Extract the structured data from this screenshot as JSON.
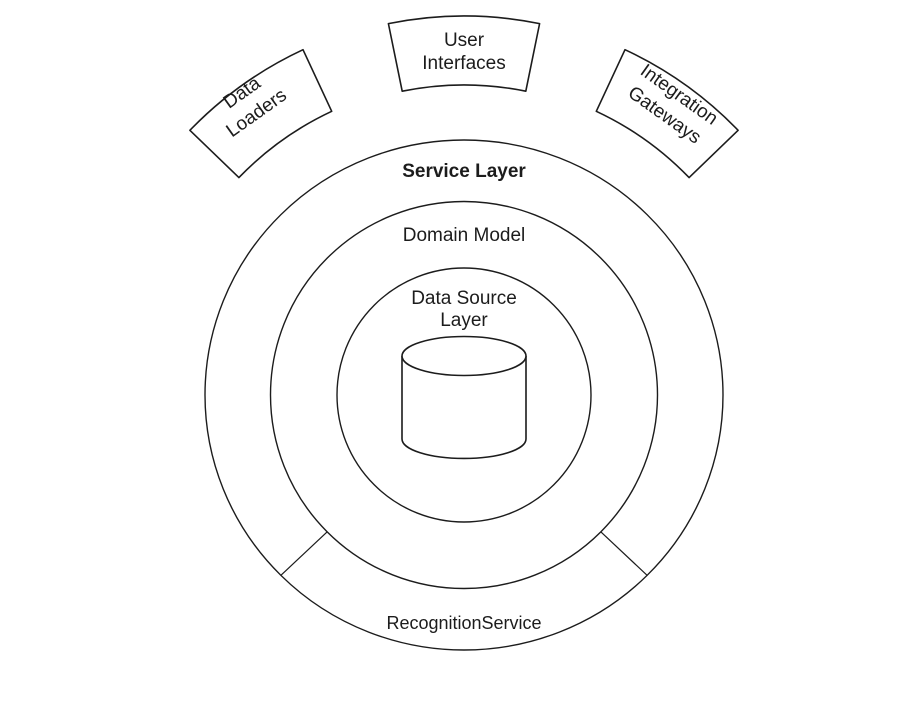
{
  "diagram": {
    "background_color": "#ffffff",
    "line_color": "#1c1c1c",
    "text_color": "#1c1c1c",
    "rings": {
      "service_layer": {
        "label": "Service Layer"
      },
      "domain_model": {
        "label": "Domain Model"
      },
      "data_source_layer": {
        "label_line1": "Data Source",
        "label_line2": "Layer"
      }
    },
    "bottom_segment": {
      "label": "RecognitionService"
    },
    "satellites": {
      "data_loaders": {
        "label_line1": "Data",
        "label_line2": "Loaders"
      },
      "user_interfaces": {
        "label_line1": "User",
        "label_line2": "Interfaces"
      },
      "integration_gateways": {
        "label_line1": "Integration",
        "label_line2": "Gateways"
      }
    },
    "center_icon": "database-cylinder"
  }
}
